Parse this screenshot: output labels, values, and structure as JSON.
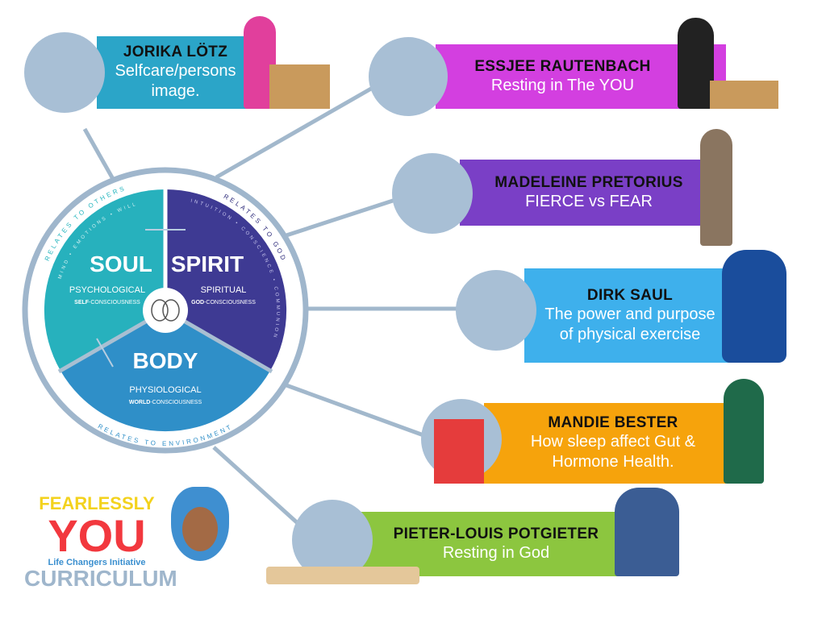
{
  "wheel": {
    "soul": {
      "title": "SOUL",
      "sub": "PSYCHOLOGICAL",
      "con_bold": "SELF",
      "con": "-CONSCIOUSNESS",
      "arc": "MIND • EMOTIONS • WILL",
      "color": "#25b5be"
    },
    "spirit": {
      "title": "SPIRIT",
      "sub": "SPIRITUAL",
      "con_bold": "GOD",
      "con": "-CONSCIOUSNESS",
      "arc": "INTUITION • CONSCIENCE • COMMUNION",
      "color": "#3d3a92"
    },
    "body": {
      "title": "BODY",
      "sub": "PHYSIOLOGICAL",
      "con_bold": "WORLD",
      "con": "-CONSCIOUSNESS",
      "color": "#2f8fc8"
    },
    "outer": {
      "others": "RELATES TO OTHERS",
      "god": "RELATES TO GOD",
      "environment": "RELATES TO ENVIRONMENT"
    },
    "center_icon": "brain-icon"
  },
  "speakers": [
    {
      "name": "JORIKA LÖTZ",
      "topic": "Selfcare/persons image.",
      "color": "#2ba5c8"
    },
    {
      "name": "ESSJEE RAUTENBACH",
      "topic": "Resting in The YOU",
      "color": "#d33fe0"
    },
    {
      "name": "MADELEINE PRETORIUS",
      "topic": "FIERCE vs FEAR",
      "color": "#7a3fc6"
    },
    {
      "name": "DIRK SAUL",
      "topic": "The power and purpose of physical exercise",
      "color": "#3eb0ec"
    },
    {
      "name": "MANDIE BESTER",
      "topic": "How sleep affect Gut & Hormone Health.",
      "color": "#f6a30c"
    },
    {
      "name": "PIETER-LOUIS POTGIETER",
      "topic": "Resting in God",
      "color": "#8cc63f"
    }
  ],
  "logo": {
    "line1": "FEARLESSLY",
    "line2": "YOU",
    "line3": "Life Changers Initiative",
    "line4": "CURRICULUM"
  }
}
